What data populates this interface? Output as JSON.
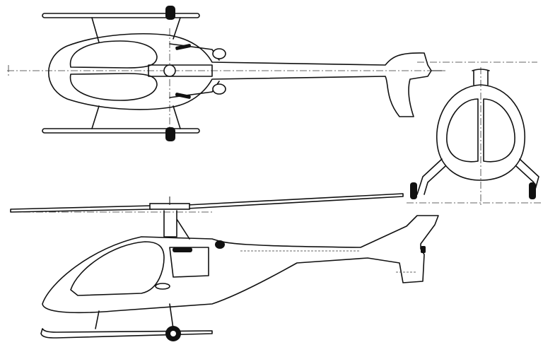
{
  "drawing": {
    "line_color": "#111111",
    "background": "#ffffff",
    "views": [
      "top-view",
      "front-view",
      "side-view"
    ]
  }
}
